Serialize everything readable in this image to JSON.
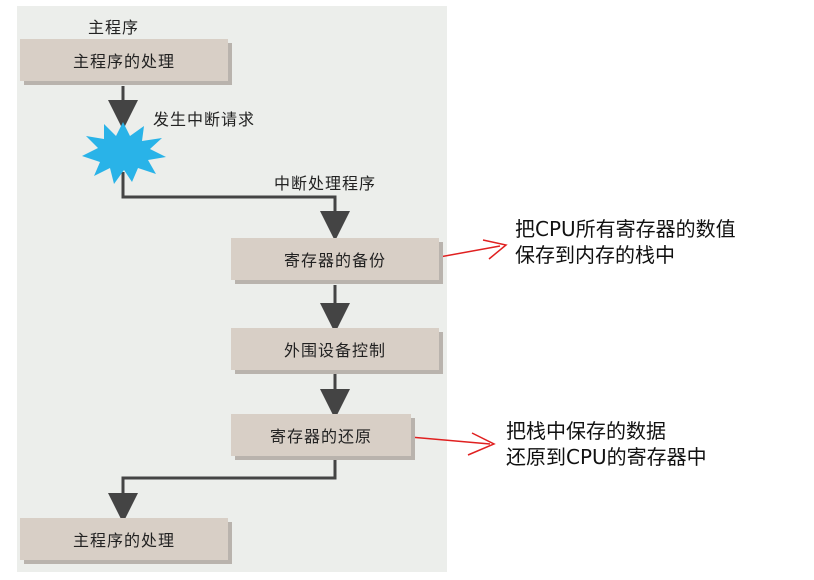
{
  "diagram": {
    "main_program_title": "主程序",
    "main_process_top": "主程序的处理",
    "interrupt_request": "发生中断请求",
    "interrupt_handler_title": "中断处理程序",
    "register_backup": "寄存器的备份",
    "peripheral_control": "外围设备控制",
    "register_restore": "寄存器的还原",
    "main_process_bottom": "主程序的处理"
  },
  "notes": {
    "backup_note_line1": "把CPU所有寄存器的数值",
    "backup_note_line2": "保存到内存的栈中",
    "restore_note_line1": "把栈中保存的数据",
    "restore_note_line2": "还原到CPU的寄存器中"
  },
  "colors": {
    "box": "#d8cfc6",
    "arrow": "#444444",
    "burst": "#29b3e8",
    "callout": "#e02020"
  }
}
